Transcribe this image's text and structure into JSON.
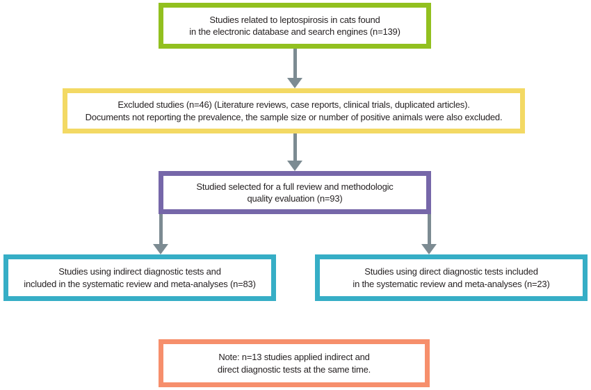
{
  "flowchart": {
    "text_color": "#231f20",
    "arrow_color": "#7c8b92",
    "nodes": {
      "identified": {
        "accent_color": "#92c01f",
        "lines": [
          "Studies related to leptospirosis in cats found",
          "in the electronic database and search engines (n=139)"
        ]
      },
      "excluded": {
        "accent_color": "#f3d964",
        "lines": [
          "Excluded studies (n=46) (Literature reviews, case reports, clinical trials, duplicated articles).",
          "Documents not reporting the prevalence, the sample size or number of positive animals were also excluded."
        ]
      },
      "selected": {
        "accent_color": "#7667a9",
        "lines": [
          "Studied selected for a full review and methodologic",
          "quality evaluation (n=93)"
        ]
      },
      "indirect": {
        "accent_color": "#36aec6",
        "lines": [
          "Studies using indirect diagnostic tests and",
          "included in the systematic review and meta-analyses (n=83)"
        ]
      },
      "direct": {
        "accent_color": "#36aec6",
        "lines": [
          "Studies using direct diagnostic tests included",
          "in the systematic review and meta-analyses (n=23)"
        ]
      },
      "note": {
        "accent_color": "#f68f6c",
        "lines": [
          "Note: n=13 studies applied indirect and",
          "direct diagnostic tests at the same time."
        ]
      }
    }
  }
}
